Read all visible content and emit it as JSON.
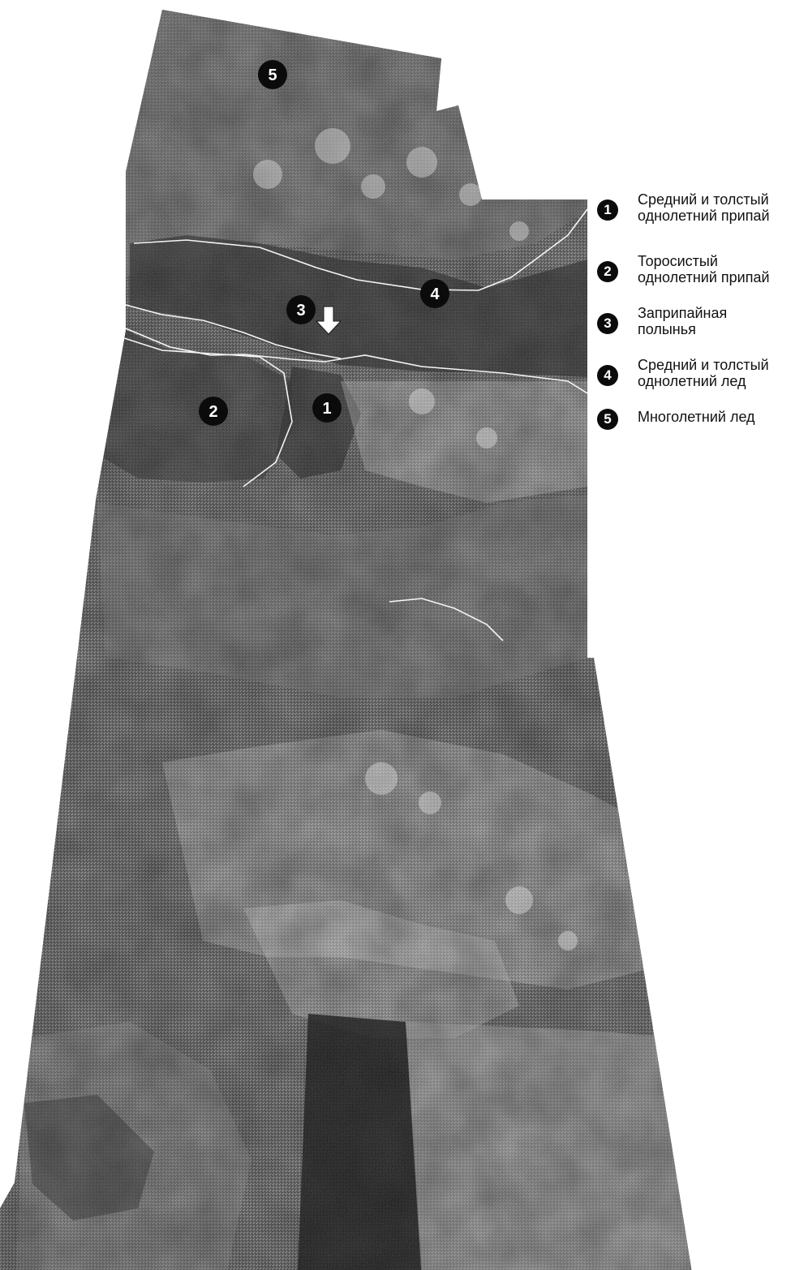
{
  "map": {
    "labels": [
      "1",
      "2",
      "3",
      "4",
      "5"
    ],
    "colors": {
      "ice_dark": "#353535",
      "ice_mid": "#666666",
      "ice_light": "#d9d9d9",
      "boundary": "#f5f5f5",
      "badge": "#0b0b0b",
      "badge_text": "#ffffff"
    }
  },
  "legend": {
    "items": [
      {
        "number": "1",
        "label": "Средний и толстый\nоднолетний припай"
      },
      {
        "number": "2",
        "label": "Торосистый\nоднолетний припай"
      },
      {
        "number": "3",
        "label": "Заприпайная\nполынья"
      },
      {
        "number": "4",
        "label": "Средний и толстый\nоднолетний лед"
      },
      {
        "number": "5",
        "label": "Многолетний лед"
      }
    ]
  }
}
